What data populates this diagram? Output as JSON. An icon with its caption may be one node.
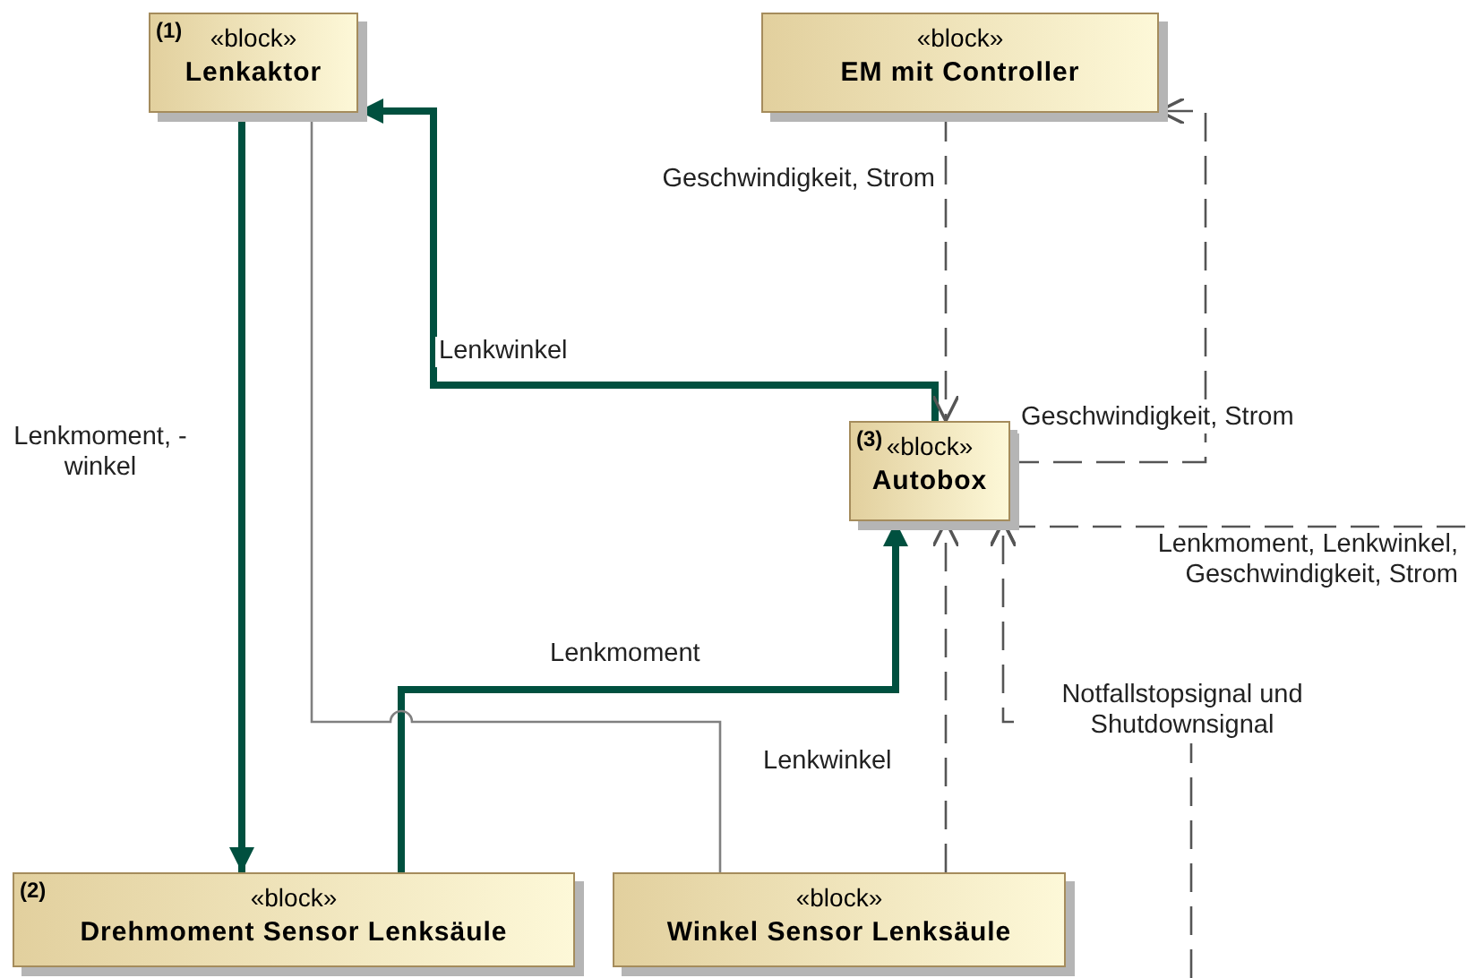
{
  "diagram": {
    "nodes": [
      {
        "text": [
          "(1)",
          "«block»",
          "Lenkaktor"
        ]
      },
      {
        "text": [
          "«block»",
          "EM mit Controller"
        ]
      },
      {
        "text": [
          "(3)",
          "«block»",
          "Autobox"
        ]
      },
      {
        "text": [
          "(2)",
          "«block»",
          "Drehmoment Sensor Lenksäule"
        ]
      },
      {
        "text": [
          "«block»",
          "Winkel Sensor Lenksäule"
        ]
      }
    ],
    "edges": [
      {
        "from": 2,
        "to": 0,
        "arrow": "to",
        "label": "Lenkwinkel",
        "style": "thick",
        "color": "#00503f"
      },
      {
        "from": 0,
        "to": 3,
        "arrow": "to",
        "label": "Lenkmoment, -winkel",
        "style": "thick",
        "color": "#00503f"
      },
      {
        "from": 3,
        "to": 2,
        "arrow": "to",
        "label": "Lenkmoment",
        "style": "thick",
        "color": "#00503f"
      },
      {
        "from": 0,
        "to": 4,
        "arrow": "none",
        "color": "#808080"
      },
      {
        "from": 1,
        "to": 2,
        "arrow": "to",
        "label": "Geschwindigkeit, Strom",
        "style": "dashed"
      },
      {
        "from": 2,
        "to": 1,
        "arrow": "to",
        "label": "Geschwindigkeit, Strom",
        "style": "dashed"
      },
      {
        "from": 4,
        "to": 2,
        "arrow": "to",
        "label": "Lenkwinkel",
        "style": "dashed"
      },
      {
        "from": null,
        "to": 2,
        "arrow": "to",
        "label": "Lenkmoment, Lenkwinkel, Geschwindigkeit, Strom",
        "style": "dashed"
      },
      {
        "from": null,
        "to": 2,
        "arrow": "to",
        "label": "Notfallstopsignal und Shutdownsignal",
        "style": "dashed"
      }
    ]
  }
}
